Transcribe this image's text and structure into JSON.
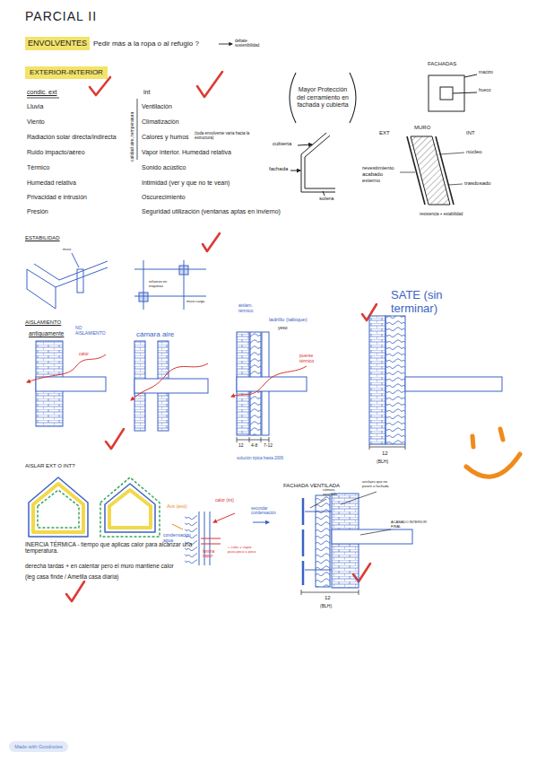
{
  "diagram": {
    "title": "PARCIAL II",
    "nodes": [
      {
        "text": [
          "ENVOLVENTES"
        ]
      },
      {
        "text": [
          "EXTERIOR-INTERIOR"
        ]
      },
      {
        "text": [
          "Mayor Protección del cerramiento en fachada y cubierta"
        ]
      },
      {
        "text": [
          "Made with Goodnotes"
        ]
      }
    ],
    "labels": [
      "Pedir más a la ropa o al refugio ?",
      "debate sostenibilidad",
      "condic. ext",
      "Lluvia",
      "Viento",
      "Radiación solar directa/indirecta",
      "Ruido impacto/aéreo",
      "Térmico",
      "Humedad relativa",
      "Privacidad e intrusión",
      "Presión",
      "calidad aire, temperatura",
      "int",
      "Ventilación",
      "Climatización",
      "Calores y humos",
      "(toda envolvente varía hacia la estructura)",
      "Vapor interior. Humedad relativa",
      "Sonido acústico",
      "Intimidad (ver y que no te vean)",
      "Oscurecimiento",
      "Seguridad utilización (ventanas aptas en invierno)",
      "cubierta",
      "fachada",
      "solera",
      "FACHADAS",
      "macizo",
      "hueco",
      "EXT",
      "MURO",
      "INT",
      "núcleo",
      "revestimiento acabado externo",
      "trasdosado",
      "resistencia + estabilidad",
      "ESTABILIDAD",
      "muro",
      "refuerzo en esquinas",
      "muro carga",
      "AISLAMIENTO",
      "antiguamente",
      "NO AISLAMIENTO",
      "calor",
      "cámara aire",
      "aislam. térmico",
      "ladrillo (tabique)",
      "yeso",
      "puente térmico",
      "12",
      "4-8",
      "7-12",
      "solución típica hasta 2006",
      "SATE (sin terminar)",
      "12",
      "(BLH)",
      "AISLAR EXT O INT?",
      "INERCIA TÉRMICA - tiempo que aplicas calor para alcanzar una temperatura.",
      "derecha tardas + en calentar pero el muro mantiene calor",
      "(leg casa finde / Ametlla casa diaria)",
      "Ant (ext)",
      "calor (int)",
      "condensación agua",
      "lámina vapor",
      "+ calor = vapor pasa poco a poco",
      "secundar condensación",
      "FACHADA VENTILADA",
      "cámara ventilada",
      "anclajes que no pasen a fachada",
      "ACABADO INTERIOR FINAL",
      "12",
      "(BLH)"
    ]
  }
}
